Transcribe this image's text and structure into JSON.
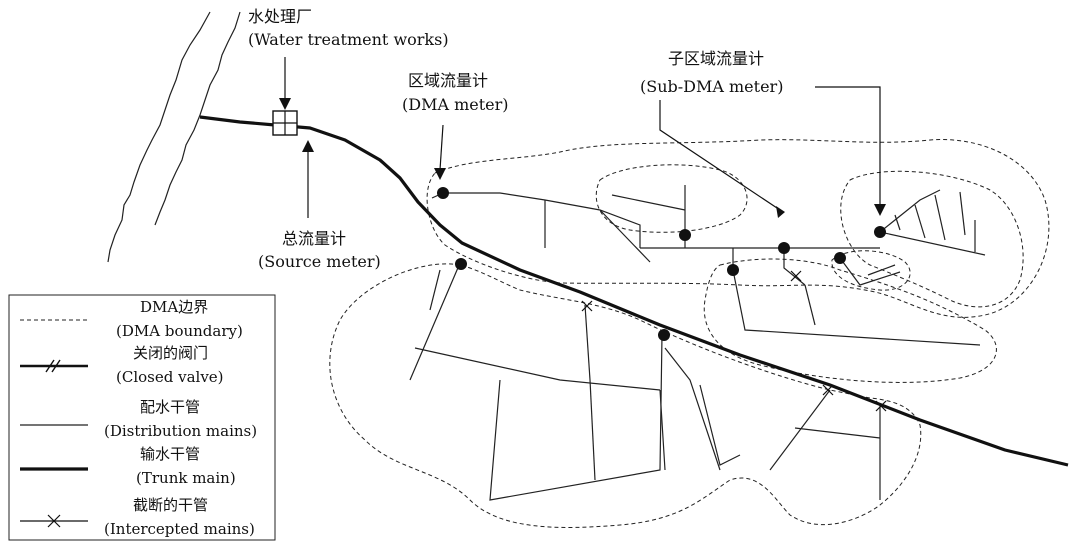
{
  "labels": {
    "water_treatment_cn": "水处理厂",
    "water_treatment_en": "(Water treatment works)",
    "source_meter_cn": "总流量计",
    "source_meter_en": "(Source meter)",
    "dma_meter_cn": "区域流量计",
    "dma_meter_en": "(DMA meter)",
    "sub_dma_meter_cn": "子区域流量计",
    "sub_dma_meter_en": "(Sub-DMA meter)"
  },
  "legend": [
    {
      "symbol": "dashed-line",
      "cn": "DMA边界",
      "en": "(DMA boundary)"
    },
    {
      "symbol": "closed-valve",
      "cn": "关闭的阀门",
      "en": "(Closed valve)"
    },
    {
      "symbol": "thin-line",
      "cn": "配水干管",
      "en": "(Distribution mains)"
    },
    {
      "symbol": "thick-line",
      "cn": "输水干管",
      "en": "(Trunk main)"
    },
    {
      "symbol": "cross-line",
      "cn": "截断的干管",
      "en": "(Intercepted mains)"
    }
  ]
}
